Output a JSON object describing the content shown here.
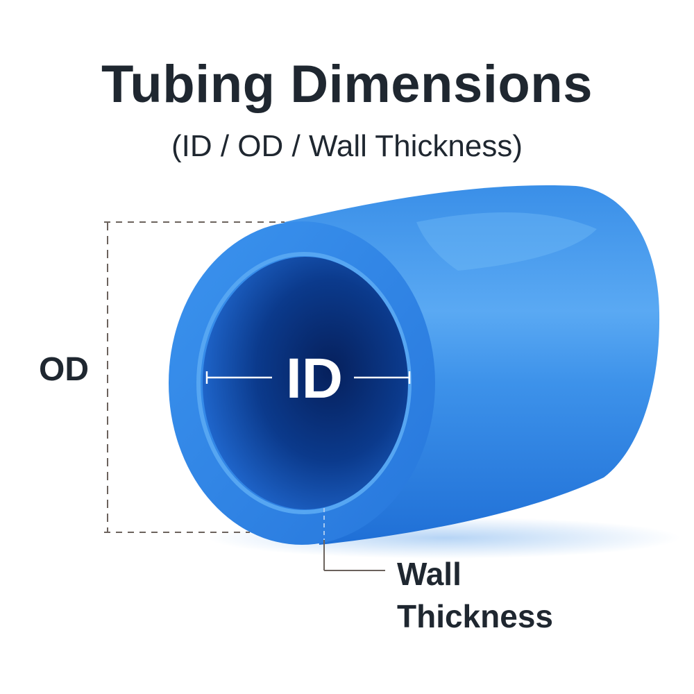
{
  "title": "Tubing Dimensions",
  "subtitle": "(ID / OD / Wall Thickness)",
  "labels": {
    "od": "OD",
    "id": "ID",
    "wall_line1": "Wall",
    "wall_line2": "Thickness"
  },
  "colors": {
    "tube_main": "#2f86e4",
    "tube_highlight": "#6ab8f7",
    "bore_dark": "#06205c",
    "text_dark": "#1f2730",
    "dimension_line": "#6b625c"
  }
}
